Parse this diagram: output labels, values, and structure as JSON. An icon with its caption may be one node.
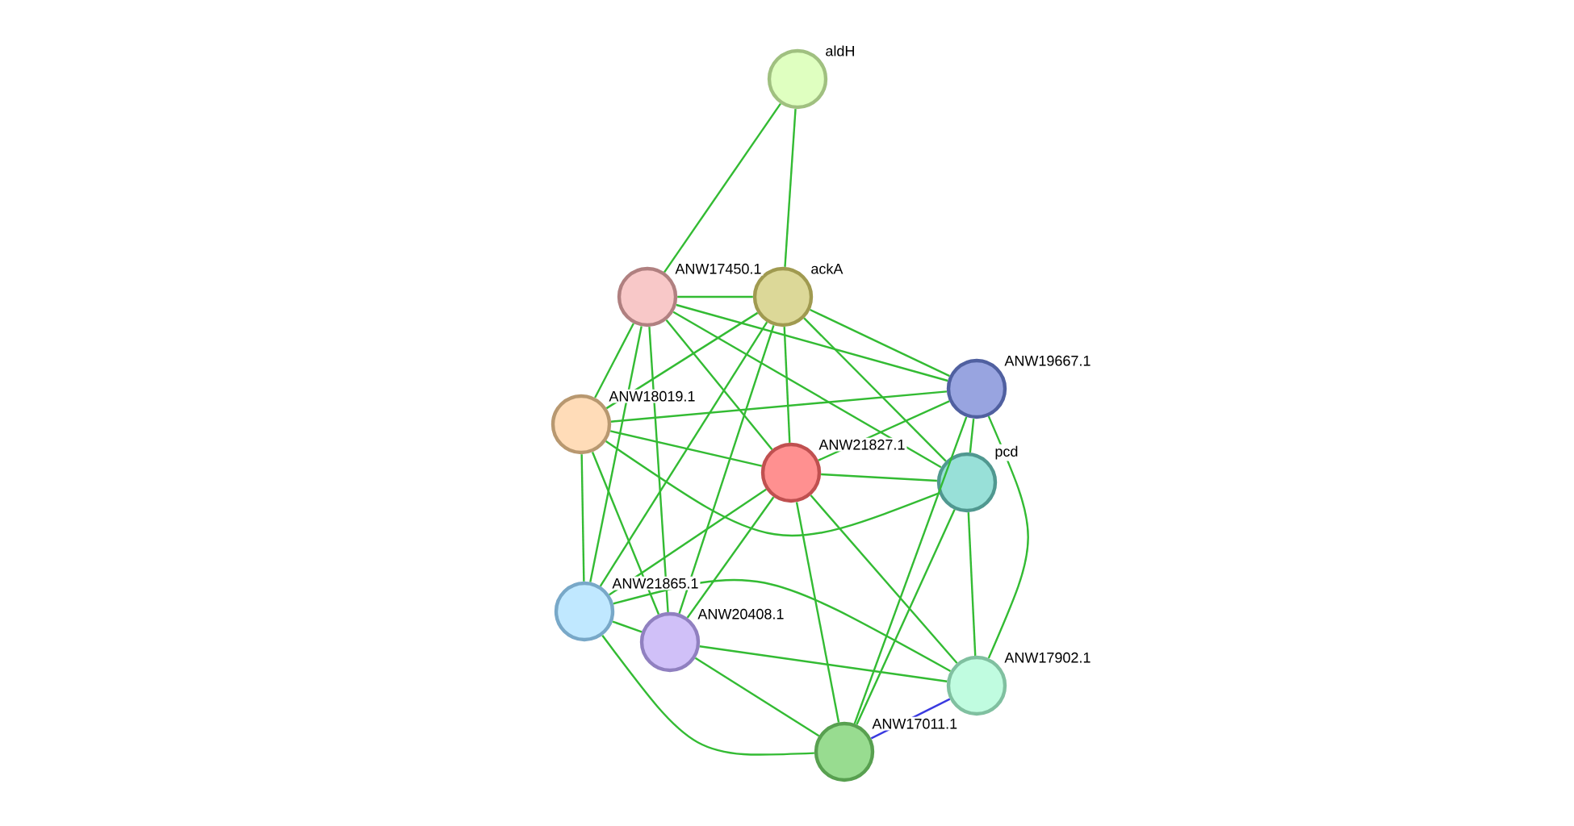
{
  "diagram": {
    "nodes": [
      {
        "text": [],
        "shape": "circle",
        "beside": [
          "aldH"
        ]
      },
      {
        "text": [],
        "shape": "circle",
        "beside": [
          "ANW17450.1"
        ]
      },
      {
        "text": [],
        "shape": "circle",
        "beside": [
          "ackA"
        ]
      },
      {
        "text": [],
        "shape": "circle",
        "beside": [
          "ANW19667.1"
        ]
      },
      {
        "text": [],
        "shape": "circle",
        "beside": [
          "ANW18019.1"
        ]
      },
      {
        "text": [],
        "shape": "circle",
        "beside": [
          "ANW21827.1"
        ]
      },
      {
        "text": [],
        "shape": "circle",
        "beside": [
          "pcd"
        ]
      },
      {
        "text": [],
        "shape": "circle",
        "beside": [
          "ANW21865.1"
        ]
      },
      {
        "text": [],
        "shape": "circle",
        "beside": [
          "ANW20408.1"
        ]
      },
      {
        "text": [],
        "shape": "circle",
        "beside": [
          "ANW17902.1"
        ]
      },
      {
        "text": [],
        "shape": "circle",
        "beside": [
          "ANW17011.1"
        ]
      }
    ],
    "edges": [
      {
        "from": 0,
        "to": 1,
        "arrow": "none"
      },
      {
        "from": 0,
        "to": 2,
        "arrow": "none"
      },
      {
        "from": 1,
        "to": 2,
        "arrow": "none"
      },
      {
        "from": 1,
        "to": 3,
        "arrow": "none"
      },
      {
        "from": 1,
        "to": 4,
        "arrow": "none"
      },
      {
        "from": 1,
        "to": 5,
        "arrow": "none"
      },
      {
        "from": 1,
        "to": 6,
        "arrow": "none"
      },
      {
        "from": 1,
        "to": 7,
        "arrow": "none"
      },
      {
        "from": 1,
        "to": 8,
        "arrow": "none"
      },
      {
        "from": 2,
        "to": 3,
        "arrow": "none"
      },
      {
        "from": 2,
        "to": 4,
        "arrow": "none"
      },
      {
        "from": 2,
        "to": 5,
        "arrow": "none"
      },
      {
        "from": 2,
        "to": 6,
        "arrow": "none"
      },
      {
        "from": 2,
        "to": 7,
        "arrow": "none"
      },
      {
        "from": 2,
        "to": 8,
        "arrow": "none"
      },
      {
        "from": 4,
        "to": 3,
        "arrow": "none"
      },
      {
        "from": 4,
        "to": 5,
        "arrow": "none"
      },
      {
        "from": 4,
        "to": 6,
        "arrow": "none"
      },
      {
        "from": 4,
        "to": 7,
        "arrow": "none"
      },
      {
        "from": 4,
        "to": 8,
        "arrow": "none"
      },
      {
        "from": 5,
        "to": 3,
        "arrow": "none"
      },
      {
        "from": 5,
        "to": 6,
        "arrow": "none"
      },
      {
        "from": 5,
        "to": 7,
        "arrow": "none"
      },
      {
        "from": 5,
        "to": 8,
        "arrow": "none"
      },
      {
        "from": 5,
        "to": 9,
        "arrow": "none"
      },
      {
        "from": 5,
        "to": 10,
        "arrow": "none"
      },
      {
        "from": 3,
        "to": 6,
        "arrow": "none"
      },
      {
        "from": 3,
        "to": 9,
        "arrow": "none"
      },
      {
        "from": 3,
        "to": 10,
        "arrow": "none"
      },
      {
        "from": 6,
        "to": 9,
        "arrow": "none"
      },
      {
        "from": 6,
        "to": 10,
        "arrow": "none"
      },
      {
        "from": 7,
        "to": 8,
        "arrow": "none"
      },
      {
        "from": 7,
        "to": 9,
        "arrow": "none"
      },
      {
        "from": 7,
        "to": 10,
        "arrow": "none"
      },
      {
        "from": 8,
        "to": 9,
        "arrow": "none"
      },
      {
        "from": 8,
        "to": 10,
        "arrow": "none"
      },
      {
        "from": 9,
        "to": 10,
        "arrow": "none",
        "color": "#3a3ae0"
      }
    ]
  }
}
